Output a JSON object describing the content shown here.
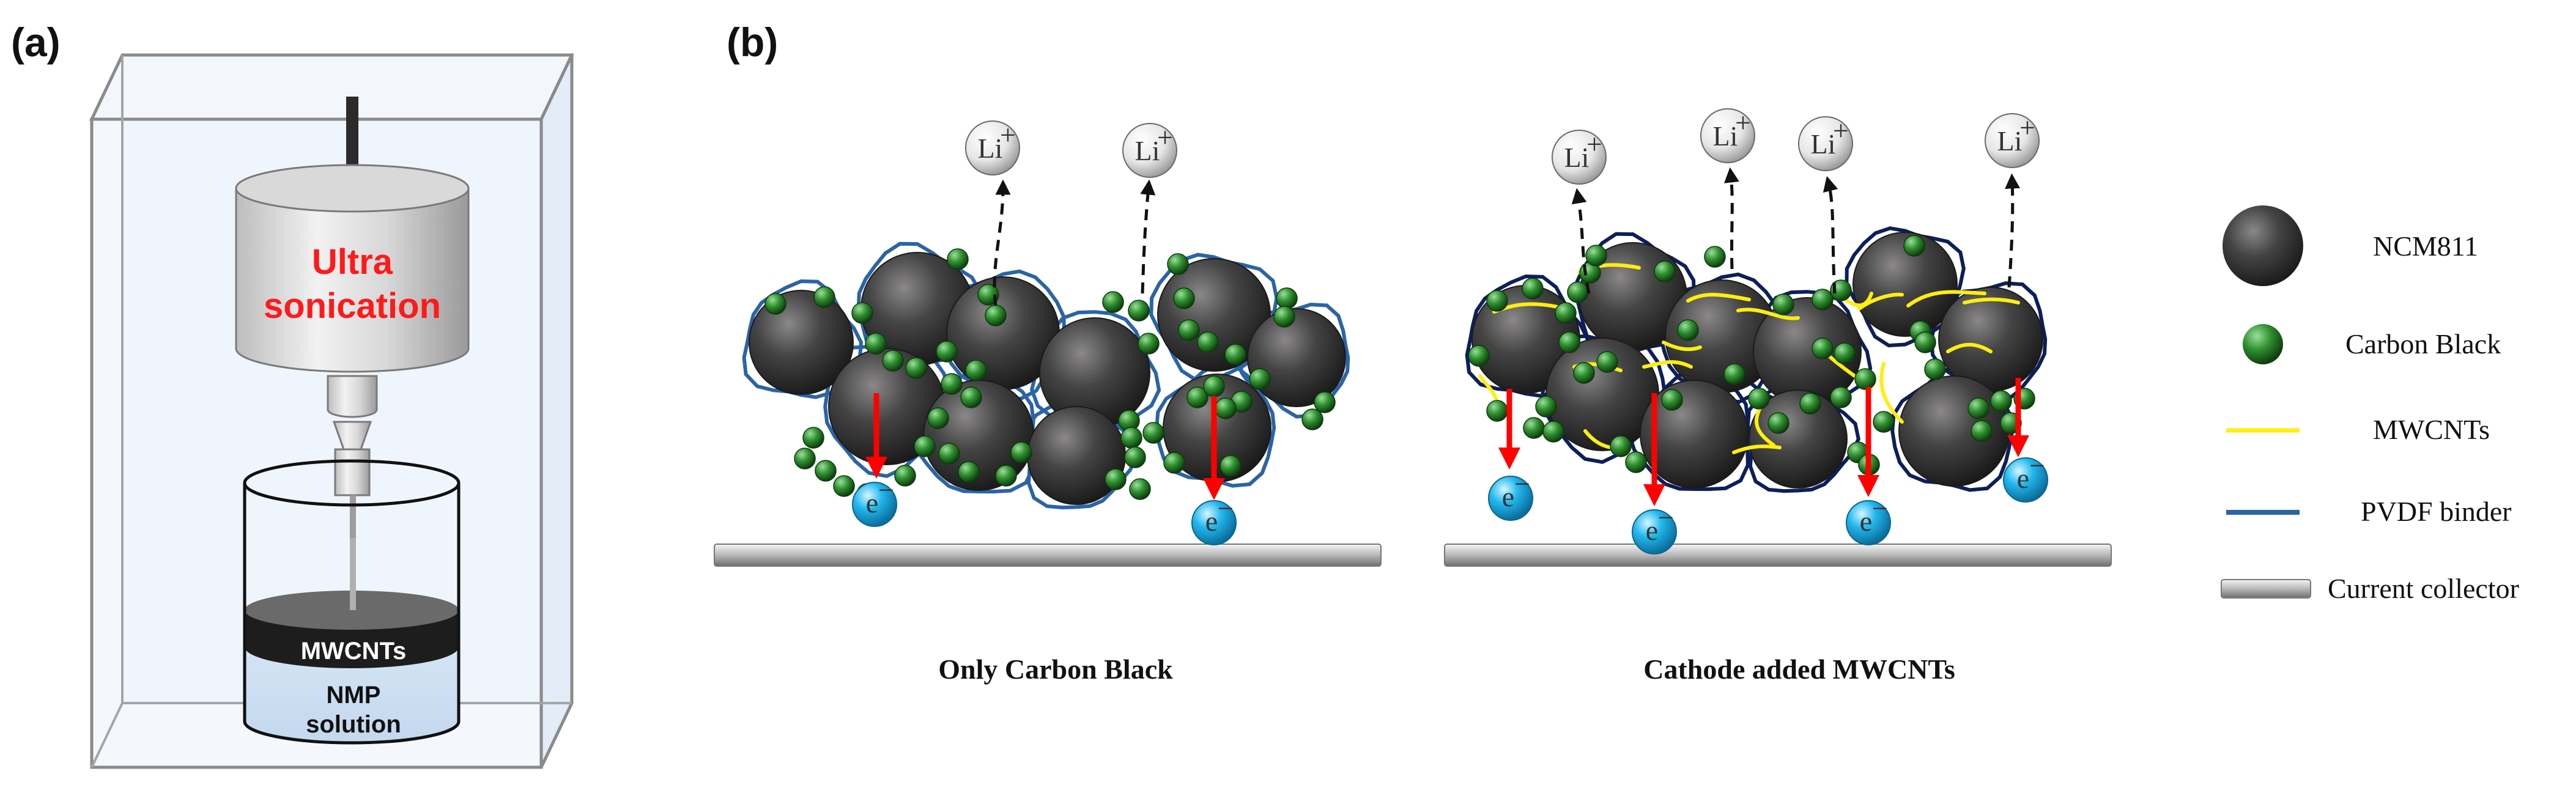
{
  "panel_a": {
    "label": "(a)",
    "sonicator_line1": "Ultra",
    "sonicator_line2": "sonication",
    "mwcnts_band": "MWCNTs",
    "nmp_line1": "NMP",
    "nmp_line2": "solution"
  },
  "panel_b": {
    "label": "(b)",
    "lithium_ion": "Li",
    "ion_charge_plus": "+",
    "electron": "e",
    "ion_charge_minus": "−",
    "caption_left": "Only Carbon Black",
    "caption_right": "Cathode added MWCNTs"
  },
  "legend": {
    "ncm": "NCM811",
    "carbon_black": "Carbon Black",
    "mwcnts": "MWCNTs",
    "binder": "PVDF binder",
    "collector": "Current collector"
  },
  "colors": {
    "particle": "#3a3939",
    "carbon_black": "#2f8f2f",
    "mwcnt": "#ffee10",
    "binder_left": "#2b64a6",
    "binder_right": "#0d1f5a",
    "arrow": "#ff0000",
    "electron": "#1fb4ec",
    "sono_text": "#ff1a1a",
    "glass": "#eaf2fb"
  }
}
